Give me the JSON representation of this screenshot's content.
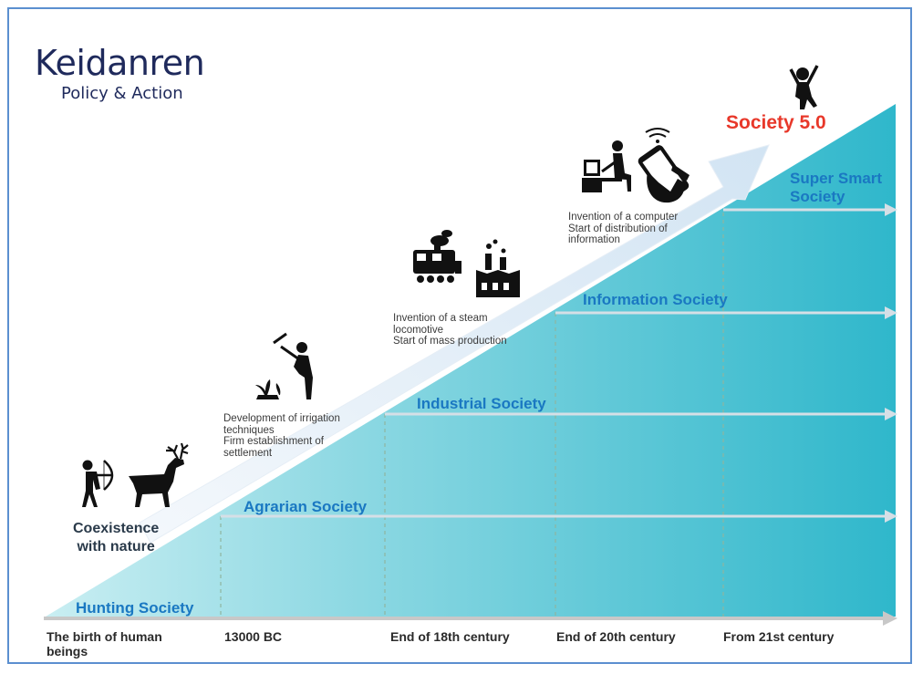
{
  "header": {
    "brand": "Keidanren",
    "subtitle": "Policy & Action"
  },
  "societies": {
    "hunting": "Hunting Society",
    "agrarian": "Agrarian Society",
    "industrial": "Industrial Society",
    "information": "Information Society",
    "super_line1": "Super Smart",
    "super_line2": "Society",
    "society50": "Society 5.0"
  },
  "milestones": {
    "nature": [
      "Coexistence",
      "with nature"
    ],
    "agrarian": [
      "Development of irrigation",
      "techniques",
      "Firm establishment of",
      "settlement"
    ],
    "industrial": [
      "Invention of a steam",
      "locomotive",
      "Start of mass production"
    ],
    "information": [
      "Invention of a computer",
      "Start of distribution of",
      "information"
    ]
  },
  "timeline": {
    "t0_line1": "The birth of human",
    "t0_line2": "beings",
    "t1": "13000 BC",
    "t2": "End of 18th century",
    "t3": "End of 20th century",
    "t4": "From 21st century"
  },
  "icons": [
    "archer-icon",
    "deer-icon",
    "farmer-hoe-icon",
    "sprout-icon",
    "steam-locomotive-icon",
    "factory-icon",
    "computer-user-icon",
    "smartphone-hand-icon",
    "jumping-person-icon"
  ],
  "colors": {
    "brand": "#1f2a5c",
    "society_label": "#1a78c2",
    "society50": "#e8382a",
    "teal": "#2fb4c8",
    "arrow": "#dbe9f5"
  }
}
